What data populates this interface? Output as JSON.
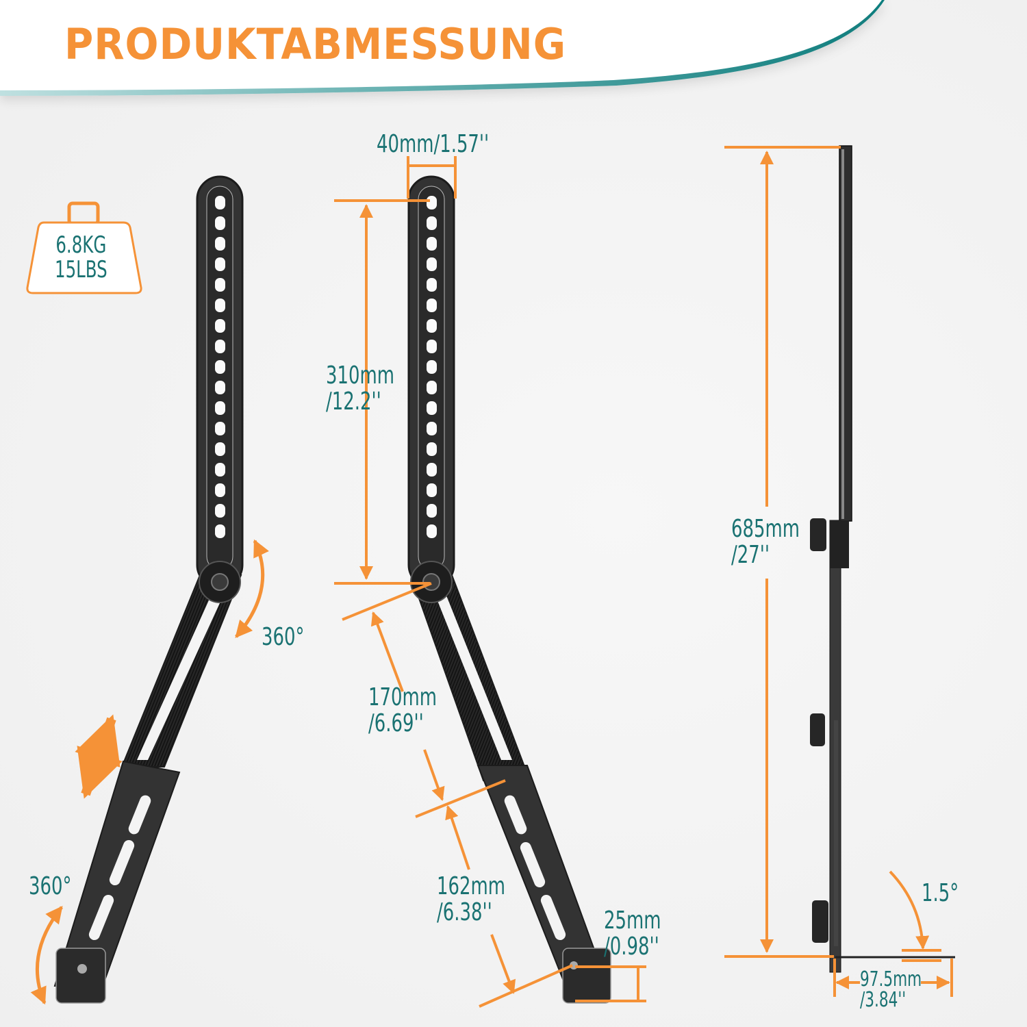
{
  "header": {
    "title": "PRODUKTABMESSUNG",
    "colors": {
      "title": "#f59237",
      "accent_curve": "#1a8a8a",
      "label_text": "#1a7272",
      "dimension_lines": "#f59237",
      "bracket": "#2f2f2f"
    }
  },
  "weight_badge": {
    "icon": "weight-icon",
    "line1": "6.8KG",
    "line2": "15LBS"
  },
  "left_bracket": {
    "rotation_top": "360°",
    "rotation_bottom": "360°",
    "slide_icon": "double-arrow-icon"
  },
  "middle_bracket": {
    "width_label": "40mm/1.57''",
    "upper_length": {
      "mm": "310mm",
      "inch": "/12.2''"
    },
    "middle_length": {
      "mm": "170mm",
      "inch": "/6.69''"
    },
    "lower_length": {
      "mm": "162mm",
      "inch": "/6.38''"
    },
    "foot_height": {
      "mm": "25mm",
      "inch": "/0.98''"
    }
  },
  "side_view": {
    "total_height": {
      "mm": "685mm",
      "inch": "/27''"
    },
    "tilt_angle": "1.5°",
    "foot_depth": {
      "mm": "97.5mm",
      "inch": "/3.84''"
    }
  }
}
